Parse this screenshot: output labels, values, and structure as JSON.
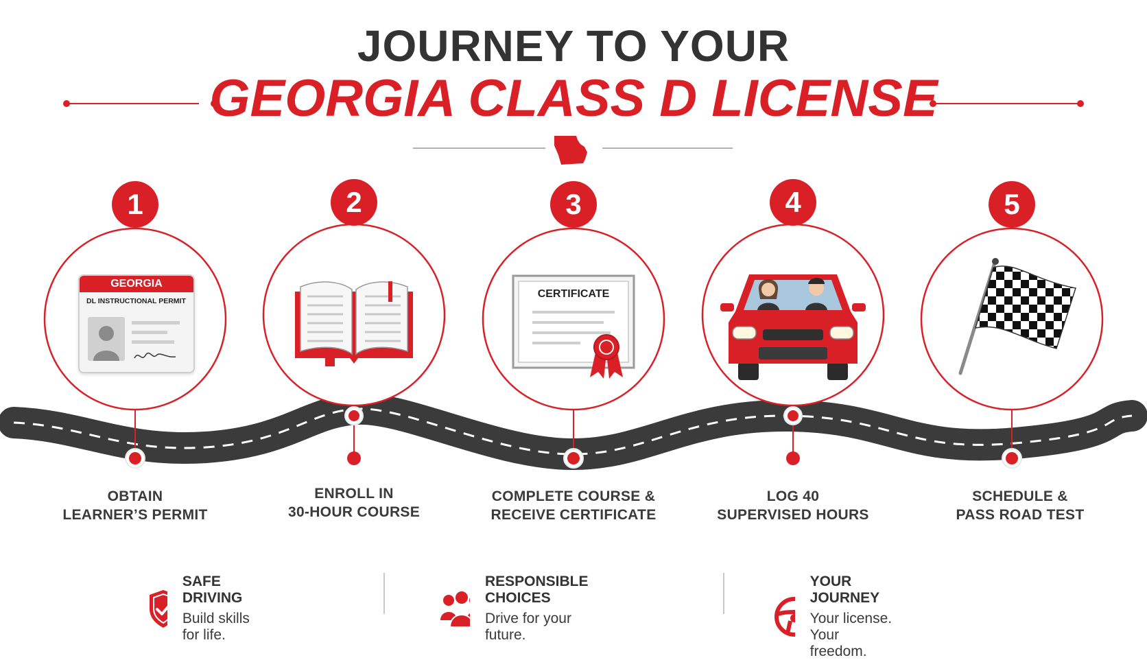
{
  "header": {
    "title_line1": "JOURNEY TO YOUR",
    "title_line2": "GEORGIA CLASS D LICENSE"
  },
  "steps": [
    {
      "number": "1",
      "label_line1": "OBTAIN",
      "label_line2": "LEARNER’S PERMIT",
      "icon": "id-card-icon"
    },
    {
      "number": "2",
      "label_line1": "ENROLL IN",
      "label_line2": "30-HOUR COURSE",
      "icon": "open-book-icon"
    },
    {
      "number": "3",
      "label_line1": "COMPLETE COURSE &",
      "label_line2": "RECEIVE CERTIFICATE",
      "icon": "certificate-icon"
    },
    {
      "number": "4",
      "label_line1": "LOG 40",
      "label_line2": "SUPERVISED HOURS",
      "icon": "car-icon"
    },
    {
      "number": "5",
      "label_line1": "SCHEDULE &",
      "label_line2": "PASS ROAD TEST",
      "icon": "checkered-flag-icon"
    }
  ],
  "permit_card": {
    "state": "GEORGIA",
    "type": "DL INSTRUCTIONAL PERMIT"
  },
  "certificate": {
    "title": "CERTIFICATE"
  },
  "footer": [
    {
      "title": "SAFE DRIVING",
      "subtitle": "Build skills for life.",
      "icon": "shield-check-icon"
    },
    {
      "title": "RESPONSIBLE CHOICES",
      "subtitle": "Drive for your future.",
      "icon": "people-group-icon"
    },
    {
      "title": "YOUR JOURNEY",
      "subtitle": "Your license. Your freedom.",
      "icon": "steering-wheel-icon"
    }
  ],
  "colors": {
    "accent": "#d92027",
    "text_dark": "#333333",
    "road": "#3a3a3a"
  }
}
